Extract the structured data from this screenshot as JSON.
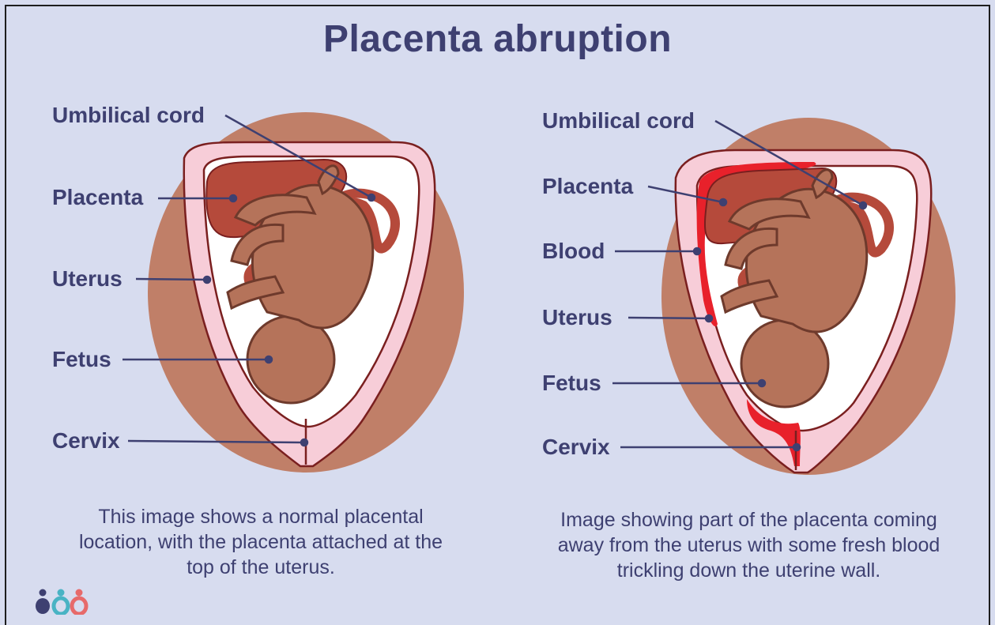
{
  "title": "Placenta abruption",
  "left_panel": {
    "labels": {
      "umbilical_cord": "Umbilical cord",
      "placenta": "Placenta",
      "uterus": "Uterus",
      "fetus": "Fetus",
      "cervix": "Cervix"
    },
    "caption": "This image shows a normal placental location, with the placenta attached at the top of the uterus."
  },
  "right_panel": {
    "labels": {
      "umbilical_cord": "Umbilical cord",
      "placenta": "Placenta",
      "blood": "Blood",
      "uterus": "Uterus",
      "fetus": "Fetus",
      "cervix": "Cervix"
    },
    "caption": "Image showing part of the placenta coming away from the uterus with some fresh blood trickling down the uterine wall."
  },
  "colors": {
    "background": "#d7dcef",
    "text": "#3e4071",
    "outer_circle": "#c07f68",
    "uterus_wall": "#f7cdd8",
    "placenta": "#b54a3b",
    "fetus": "#b5735a",
    "blood": "#e8212b"
  },
  "logo_icon": "three-people-logo-icon"
}
